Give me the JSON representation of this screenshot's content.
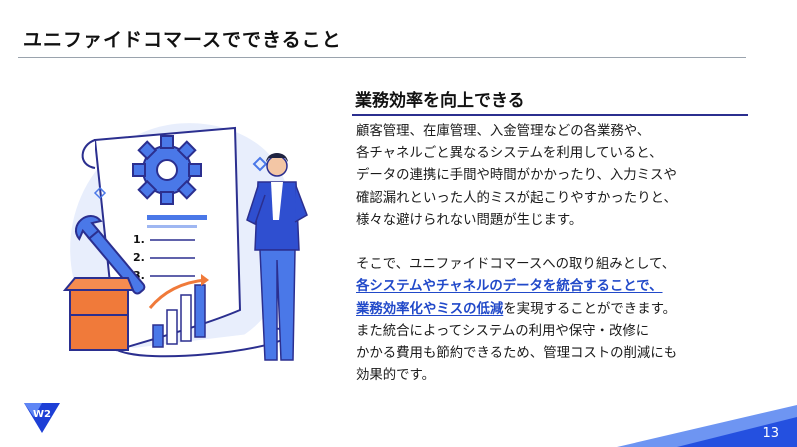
{
  "slide": {
    "title": "ユニファイドコマースでできること",
    "page_number": "13"
  },
  "section": {
    "heading": "業務効率を向上できる"
  },
  "body": {
    "p1": [
      "顧客管理、在庫管理、入金管理などの各業務や、",
      "各チャネルごと異なるシステムを利用していると、",
      "データの連携に手間や時間がかかったり、入力ミスや",
      "確認漏れといった人的ミスが起こりやすかったりと、",
      "様々な避けられない問題が生じます。"
    ],
    "p2_line1": "そこで、ユニファイドコマースへの取り組みとして、",
    "p2_highlight1": "各システムやチャネルのデータを統合することで、",
    "p2_highlight2": "業務効率化やミスの低減",
    "p2_line3_rest": "を実現することができます。",
    "p2_rest": [
      "また統合によってシステムの利用や保守・改修に",
      "かかる費用も節約できるため、管理コストの削減にも",
      "効果的です。"
    ]
  },
  "illustration": {
    "list_numbers": [
      "1.",
      "2.",
      "3."
    ],
    "icons": [
      "gear-icon",
      "wrench-icon",
      "box-icon",
      "person-icon",
      "bar-chart-icon"
    ]
  },
  "logo": {
    "text": "W2"
  },
  "colors": {
    "accent_blue": "#2149c9",
    "navy": "#2b2f8f",
    "orange": "#f07a3a",
    "light_blue": "#dce6fb"
  }
}
